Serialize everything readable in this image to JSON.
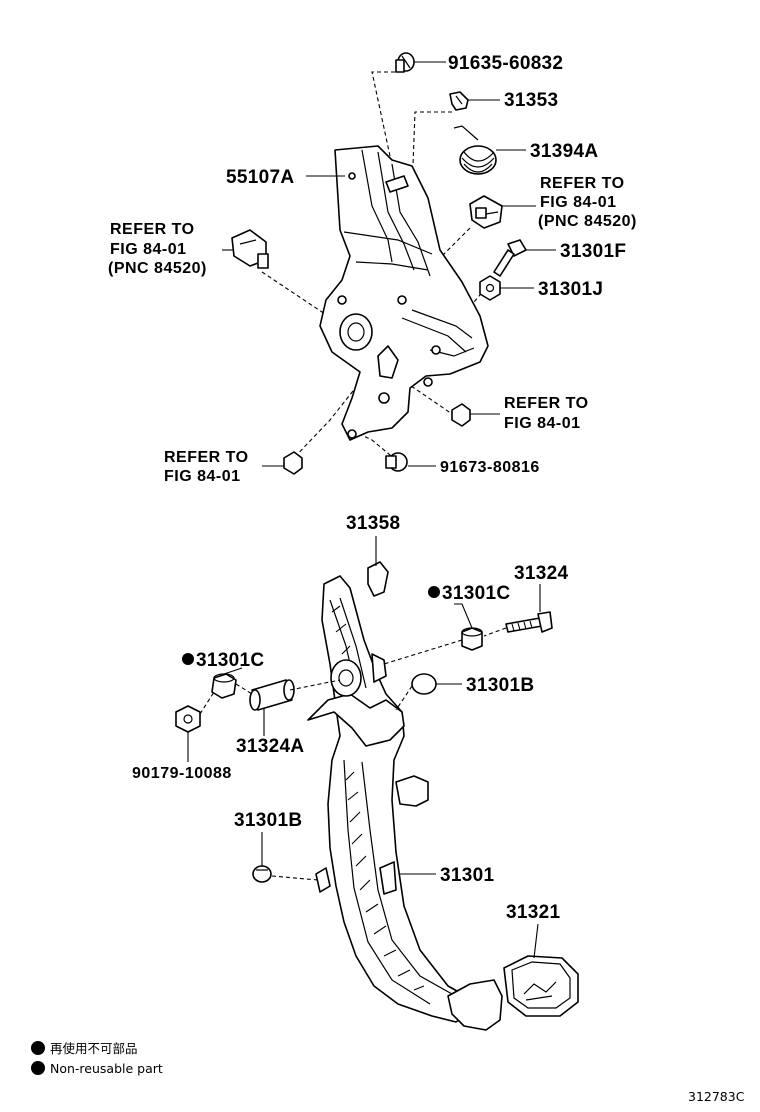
{
  "callouts": {
    "p91635_60832": "91635-60832",
    "p31353": "31353",
    "p31394A": "31394A",
    "p55107A": "55107A",
    "refer_right": [
      "REFER TO",
      "FIG 84-01",
      "(PNC 84520)"
    ],
    "refer_left": [
      "REFER TO",
      "FIG 84-01",
      "(PNC 84520)"
    ],
    "p31301F": "31301F",
    "p31301J": "31301J",
    "refer_mid": [
      "REFER TO",
      "FIG 84-01"
    ],
    "refer_low": [
      "REFER TO",
      "FIG 84-01"
    ],
    "p91673_80816": "91673-80816",
    "p31358": "31358",
    "p31324": "31324",
    "p31301C_right": "31301C",
    "p31301C_left": "31301C",
    "p31301B_right": "31301B",
    "p31324A": "31324A",
    "p90179_10088": "90179-10088",
    "p31301B_left": "31301B",
    "p31301": "31301",
    "p31321": "31321"
  },
  "legend": {
    "item1": "再使用不可部品",
    "item2": "Non-reusable part"
  },
  "figure_id": "312783C"
}
